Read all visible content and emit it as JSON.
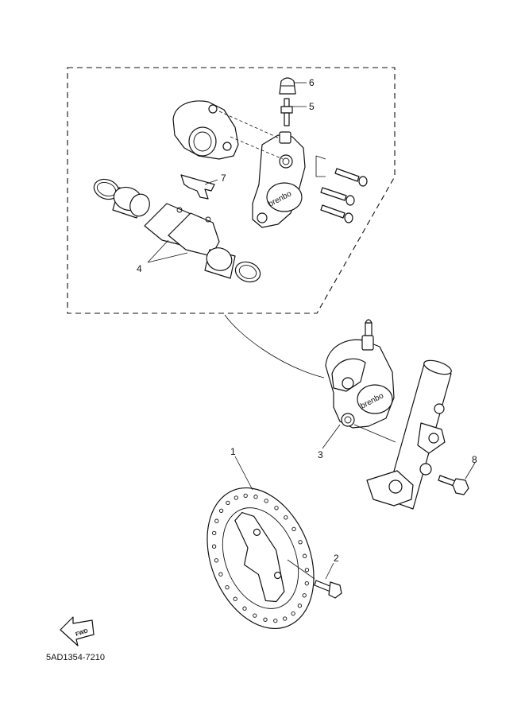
{
  "callouts": {
    "c1": "1",
    "c2": "2",
    "c3": "3",
    "c4": "4",
    "c5": "5",
    "c6": "6",
    "c7": "7",
    "c8": "8"
  },
  "caliper_brand": "brenbo",
  "caliper_brand_2": "brenbo",
  "direction_badge": "FWD",
  "diagram_code": "5AD1354-7210"
}
